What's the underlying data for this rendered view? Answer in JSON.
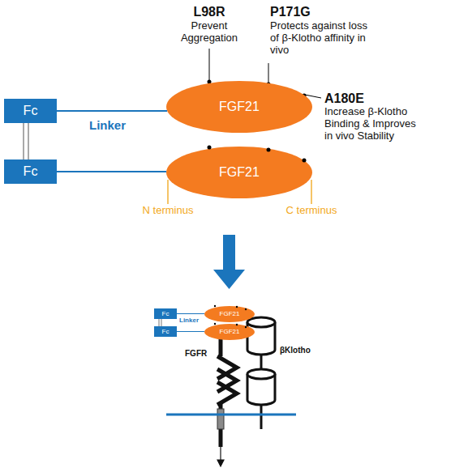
{
  "diagram": {
    "nodes": [
      {
        "text": [
          "Fc"
        ]
      },
      {
        "text": [
          "FGF21"
        ]
      },
      {
        "text": [
          "Fc"
        ]
      },
      {
        "text": [
          "FGF21"
        ]
      },
      {
        "text": [
          "Fc"
        ]
      },
      {
        "text": [
          "FGF21"
        ]
      },
      {
        "text": [
          "Fc"
        ]
      },
      {
        "text": [
          "FGF21"
        ]
      }
    ],
    "edges": [
      {
        "from": 0,
        "to": 1,
        "arrow": "none",
        "label": "Linker"
      },
      {
        "from": 2,
        "to": 3,
        "arrow": "none"
      },
      {
        "from": 0,
        "to": 2,
        "arrow": "none"
      },
      {
        "from": 4,
        "to": 5,
        "arrow": "none",
        "label": "Linker"
      },
      {
        "from": 6,
        "to": 7,
        "arrow": "none"
      },
      {
        "from": 4,
        "to": 6,
        "arrow": "none"
      }
    ],
    "labels": [
      "L98R",
      "Prevent Aggregation",
      "P171G",
      "Protects against loss of β-Klotho affinity in vivo",
      "A180E",
      "Increase β-Klotho Binding & Improves in vivo Stability",
      "N terminus",
      "C terminus",
      "FGFR",
      "βKlotho"
    ]
  }
}
